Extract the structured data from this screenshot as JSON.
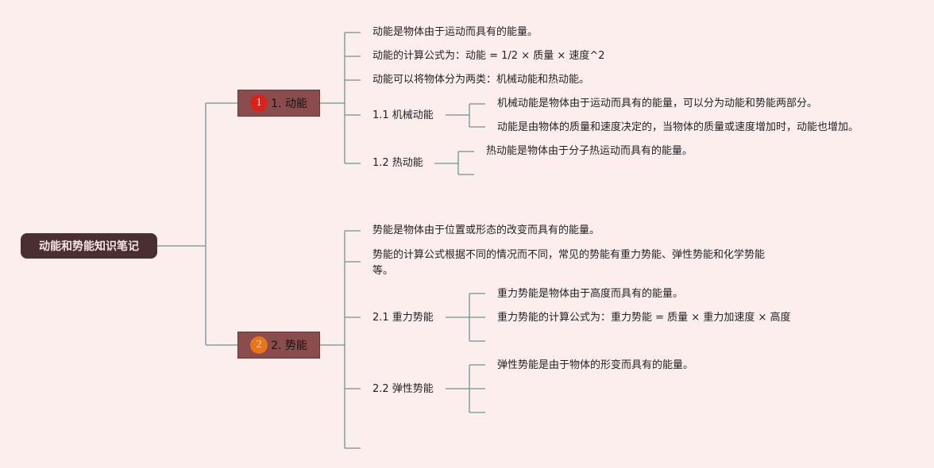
{
  "root": {
    "label": "动能和势能知识笔记"
  },
  "topics": [
    {
      "badge": "1",
      "label": "1. 动能",
      "notes": [
        "动能是物体由于运动而具有的能量。",
        "动能的计算公式为：动能 = 1/2 × 质量 × 速度^2",
        "动能可以将物体分为两类：机械动能和热动能。"
      ],
      "subtopics": [
        {
          "label": "1.1 机械动能",
          "items": [
            "机械动能是物体由于运动而具有的能量，可以分为动能和势能两部分。",
            "动能是由物体的质量和速度决定的，当物体的质量或速度增加时，动能也增加。"
          ]
        },
        {
          "label": "1.2 热动能",
          "items": [
            "热动能是物体由于分子热运动而具有的能量。"
          ]
        }
      ]
    },
    {
      "badge": "2",
      "label": "2. 势能",
      "notes": [
        "势能是物体由于位置或形态的改变而具有的能量。",
        "势能的计算公式根据不同的情况而不同，常见的势能有重力势能、弹性势能和化学势能等。"
      ],
      "subtopics": [
        {
          "label": "2.1 重力势能",
          "items": [
            "重力势能是物体由于高度而具有的能量。",
            "重力势能的计算公式为：重力势能 = 质量 × 重力加速度 × 高度"
          ]
        },
        {
          "label": "2.2 弹性势能",
          "items": [
            "弹性势能是由于物体的形变而具有的能量。"
          ]
        }
      ]
    }
  ]
}
